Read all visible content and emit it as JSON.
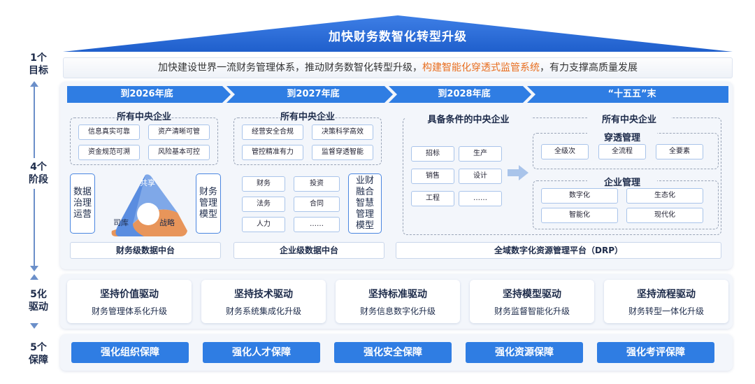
{
  "roof_title": "加快财务数智化转型升级",
  "labels": {
    "goal": [
      "1个",
      "目标"
    ],
    "stages": [
      "4个",
      "阶段"
    ],
    "drives": [
      "5化",
      "驱动"
    ],
    "guarantees": [
      "5个",
      "保障"
    ]
  },
  "goal": {
    "before": "加快建设世界一流财务管理体系，推动财务数智化转型升级，",
    "highlight": "构建智能化穿透式监管系统",
    "after": "，有力支撑高质量发展"
  },
  "stages": [
    "到2026年底",
    "到2027年底",
    "到2028年底",
    "“十五五”末"
  ],
  "stage1": {
    "title": "所有中央企业",
    "chips": [
      "信息真实可靠",
      "资产清晰可管",
      "资金规范可溯",
      "风险基本可控"
    ],
    "left_box": "数据治理运营",
    "right_box": "财务管理模型",
    "triangle": {
      "top": "共享",
      "left": "司库",
      "right": "战略"
    },
    "platform": "财务级数据中台"
  },
  "stage2": {
    "title": "所有中央企业",
    "chips": [
      "经营安全合规",
      "决策科学高效",
      "管控精准有力",
      "监督穿透智能"
    ],
    "grid": [
      "财务",
      "投资",
      "法务",
      "合同",
      "人力",
      "……"
    ],
    "right_box": "业财融合智慧管理模型",
    "platform": "企业级数据中台"
  },
  "stage3": {
    "title": "具备条件的中央企业",
    "grid": [
      "招标",
      "生产",
      "销售",
      "设计",
      "工程",
      "……"
    ]
  },
  "stage4": {
    "title": "所有中央企业",
    "penetrate": {
      "title": "穿透管理",
      "items": [
        "全级次",
        "全流程",
        "全要素"
      ]
    },
    "enterprise": {
      "title": "企业管理",
      "items": [
        "数字化",
        "生态化",
        "智能化",
        "现代化"
      ]
    }
  },
  "platform_all": "全域数字化资源管理平台（DRP）",
  "drives": [
    {
      "title": "坚持价值驱动",
      "sub": "财务管理体系化升级"
    },
    {
      "title": "坚持技术驱动",
      "sub": "财务系统集成化升级"
    },
    {
      "title": "坚持标准驱动",
      "sub": "财务信息数字化升级"
    },
    {
      "title": "坚持模型驱动",
      "sub": "财务监督智能化升级"
    },
    {
      "title": "坚持流程驱动",
      "sub": "财务转型一体化升级"
    }
  ],
  "guarantees": [
    "强化组织保障",
    "强化人才保障",
    "强化安全保障",
    "强化资源保障",
    "强化考评保障"
  ],
  "colors": {
    "primary": "#2f7de3",
    "accent": "#e86e1f",
    "dark": "#1d2b4a",
    "triangle_blue": "#7fa8e8",
    "triangle_orange": "#e8955a"
  }
}
